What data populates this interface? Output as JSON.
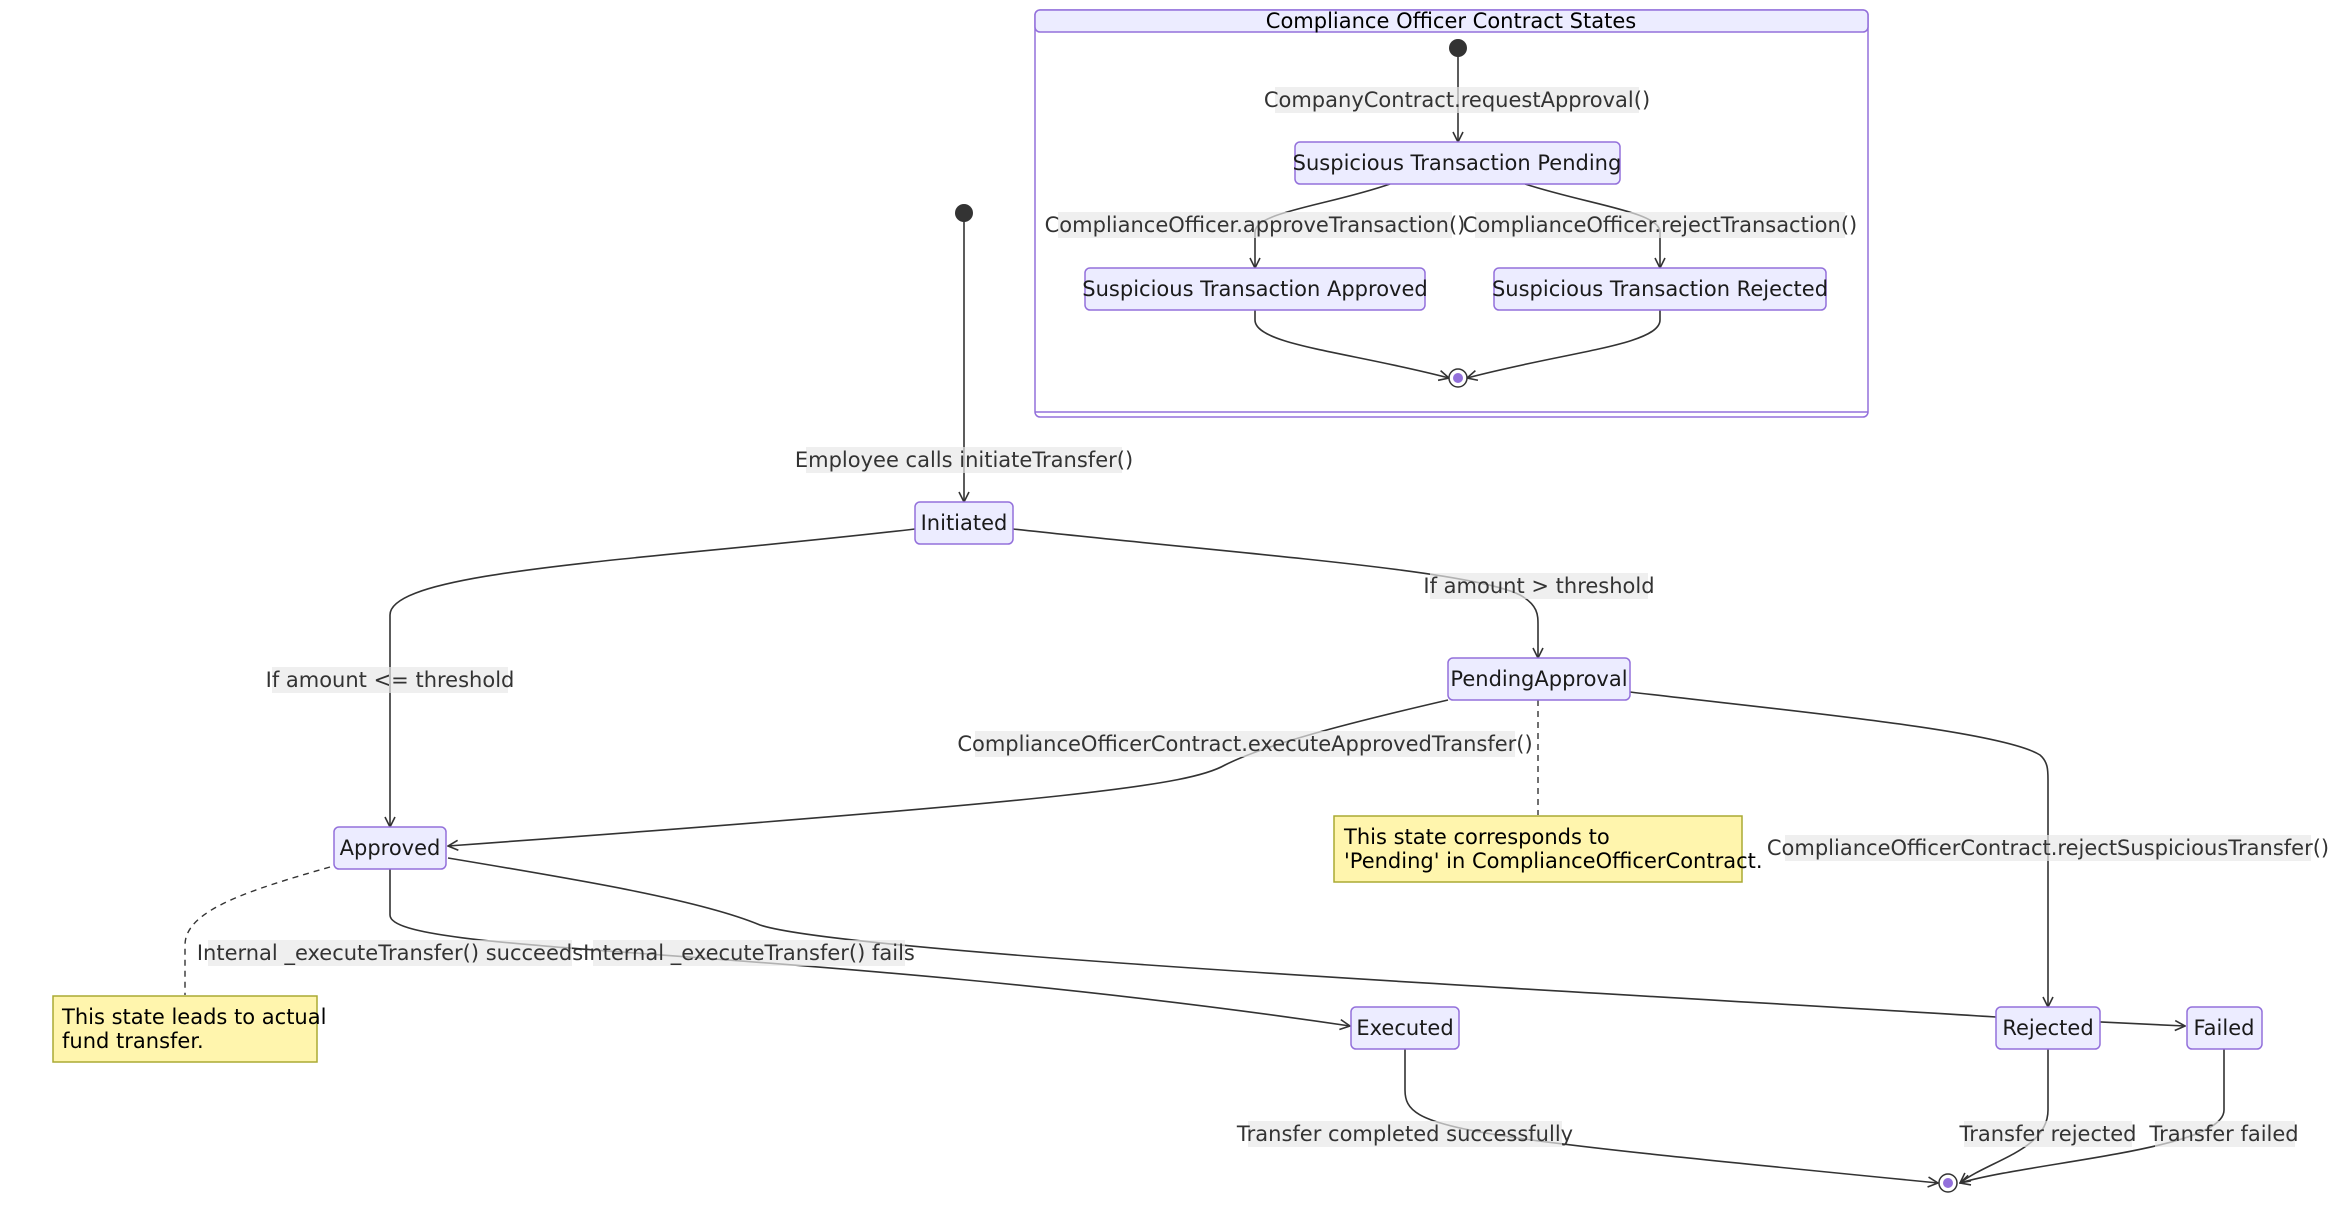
{
  "colors": {
    "state_fill": "#ECECFF",
    "state_stroke": "#9370DB",
    "edge": "#333333",
    "label_bg": "#E8E8E8",
    "note_fill": "#FFF5AD",
    "note_stroke": "#AAAA33",
    "start_dot": "#333333"
  },
  "composite": {
    "title": "Compliance Officer Contract States",
    "states": {
      "pending": "Suspicious Transaction Pending",
      "approved": "Suspicious Transaction Approved",
      "rejected": "Suspicious Transaction Rejected"
    },
    "transitions": {
      "request": "CompanyContract.requestApproval()",
      "approve": "ComplianceOfficer.approveTransaction()",
      "reject": "ComplianceOfficer.rejectTransaction()"
    }
  },
  "states": {
    "initiated": "Initiated",
    "pending_approval": "PendingApproval",
    "approved": "Approved",
    "executed": "Executed",
    "rejected": "Rejected",
    "failed": "Failed"
  },
  "transitions": {
    "start": "Employee calls initiateTransfer()",
    "to_pending": "If amount > threshold",
    "to_approved": "If amount <= threshold",
    "execute_approved": "ComplianceOfficerContract.executeApprovedTransfer()",
    "reject_suspicious": "ComplianceOfficerContract.rejectSuspiciousTransfer()",
    "succeeds": "Internal _executeTransfer() succeeds",
    "fails": "Internal _executeTransfer() fails",
    "completed": "Transfer completed successfully",
    "rejected_end": "Transfer rejected",
    "failed_end": "Transfer failed"
  },
  "notes": {
    "pending": [
      "This state corresponds to",
      "'Pending' in ComplianceOfficerContract."
    ],
    "approved": [
      "This state leads to actual",
      "fund transfer."
    ]
  }
}
